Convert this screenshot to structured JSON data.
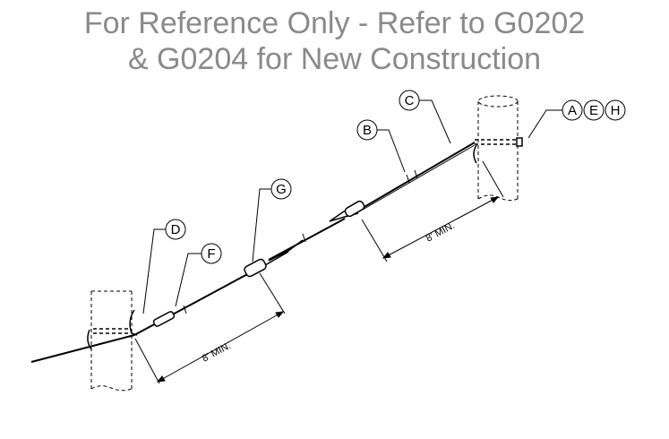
{
  "header": {
    "line1": "For Reference Only - Refer to G0202",
    "line2": "& G0204 for New Construction"
  },
  "callouts": {
    "a": "A",
    "b": "B",
    "c": "C",
    "d": "D",
    "e": "E",
    "f": "F",
    "g": "G",
    "h": "H"
  },
  "dimensions": {
    "upper": "8' MIN.",
    "lower": "8' MIN."
  }
}
